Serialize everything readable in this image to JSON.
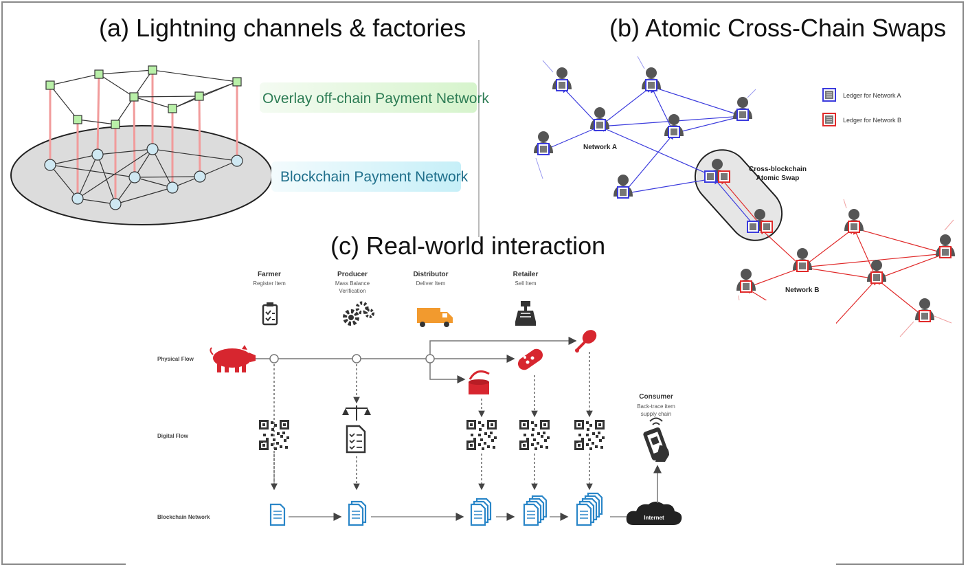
{
  "titles": {
    "a": "(a) Lightning channels & factories",
    "b": "(b) Atomic Cross-Chain Swaps",
    "c": "(c) Real-world interaction"
  },
  "panel_a": {
    "overlay_label": "Overlay off-chain Payment Network",
    "blockchain_label": "Blockchain Payment Network",
    "colors": {
      "overlay_node": "#b9f0a8",
      "chain_node": "#cfe8f2",
      "link": "#f19b9b",
      "overlay_box": "#d8f5d0",
      "chain_box": "#c9f0f7"
    }
  },
  "panel_b": {
    "network_a": "Network A",
    "network_b": "Network B",
    "swap_label_1": "Cross-blockchain",
    "swap_label_2": "Atomic Swap",
    "legend_a": "Ledger for Network A",
    "legend_b": "Ledger for Network B",
    "colors": {
      "a": "#3b3bdd",
      "b": "#e02a2a",
      "person": "#555555"
    }
  },
  "panel_c": {
    "roles": [
      {
        "name": "Farmer",
        "desc1": "Register Item",
        "desc2": ""
      },
      {
        "name": "Producer",
        "desc1": "Mass Balance",
        "desc2": "Verification"
      },
      {
        "name": "Distributor",
        "desc1": "Deliver Item",
        "desc2": ""
      },
      {
        "name": "Retailer",
        "desc1": "Sell Item",
        "desc2": ""
      }
    ],
    "consumer": {
      "name": "Consumer",
      "desc1": "Back-trace item",
      "desc2": "supply chain"
    },
    "rows": {
      "physical": "Physical Flow",
      "digital": "Digital Flow",
      "blockchain": "Blockchain Network"
    },
    "internet": "Internet",
    "colors": {
      "red": "#d7262f",
      "blue": "#2a86c8",
      "dark": "#333333"
    }
  }
}
